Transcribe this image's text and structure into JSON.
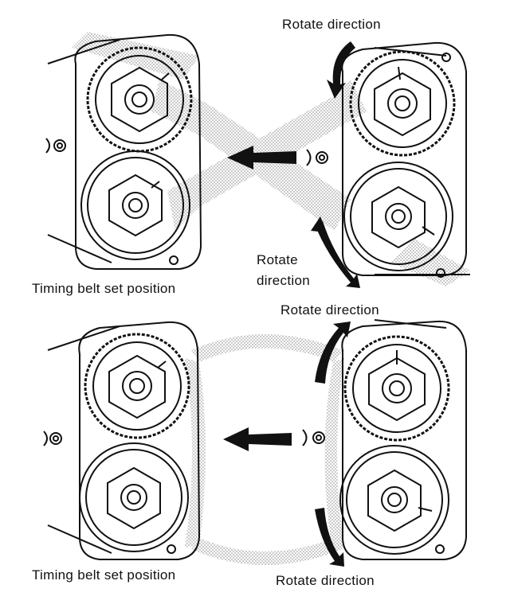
{
  "labels": {
    "top_rotate_right": "Rotate direction",
    "top_rotate_bottom_line1": "Rotate",
    "top_rotate_bottom_line2": "direction",
    "top_caption": "Timing belt set position",
    "bottom_rotate_top": "Rotate direction",
    "bottom_rotate_bottom": "Rotate direction",
    "bottom_caption": "Timing belt set position"
  },
  "colors": {
    "ink": "#111111",
    "shade": "#b8b8b8",
    "paper": "#ffffff"
  },
  "icons": {
    "left_arrow": "left-arrow-icon",
    "curved_arrow": "curved-arrow-icon"
  }
}
